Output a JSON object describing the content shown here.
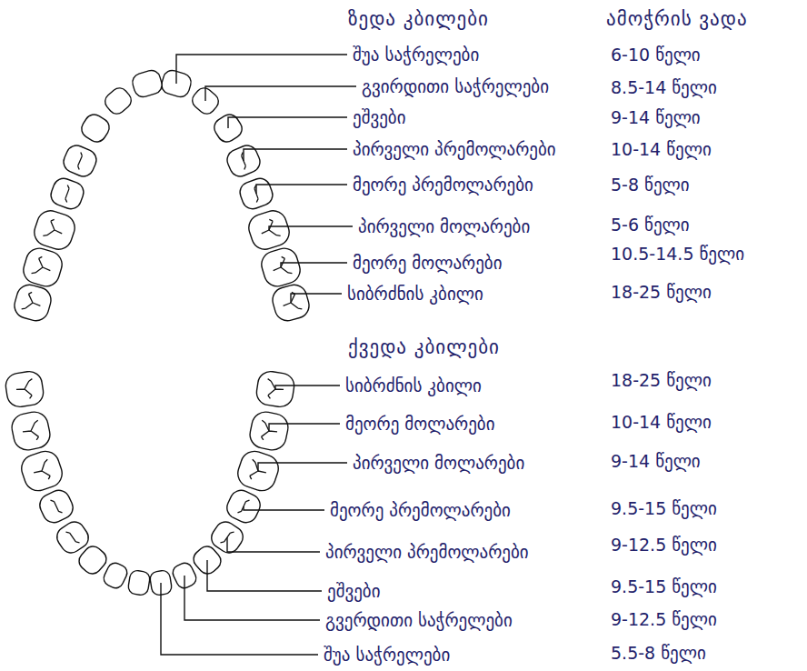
{
  "diagram": {
    "labels": [
      "ზედა კბილები",
      "ამოჭრის ვადა",
      "შუა საჭრელები",
      "6-10 წელი",
      "გვირდითი საჭრელები",
      "8.5-14 წელი",
      "ეშვები",
      "9-14 წელი",
      "პირველი პრემოლარები",
      "10-14 წელი",
      "მეორე პრემოლარები",
      "5-8 წელი",
      "პირველი მოლარები",
      "5-6 წელი",
      "მეორე მოლარები",
      "10.5-14.5 წელი",
      "სიბრძნის კბილი",
      "18-25 წელი",
      "ქვედა კბილები",
      "სიბრძნის კბილი",
      "18-25 წელი",
      "მეორე მოლარები",
      "10-14 წელი",
      "პირველი მოლარები",
      "9-14 წელი",
      "მეორე პრემოლარები",
      "9.5-15 წელი",
      "პირველი პრემოლარები",
      "9-12.5 წელი",
      "ეშვები",
      "9.5-15 წელი",
      "გვერდითი საჭრელები",
      "9-12.5 წელი",
      "შუა საჭრელები",
      "5.5-8 წელი"
    ]
  }
}
